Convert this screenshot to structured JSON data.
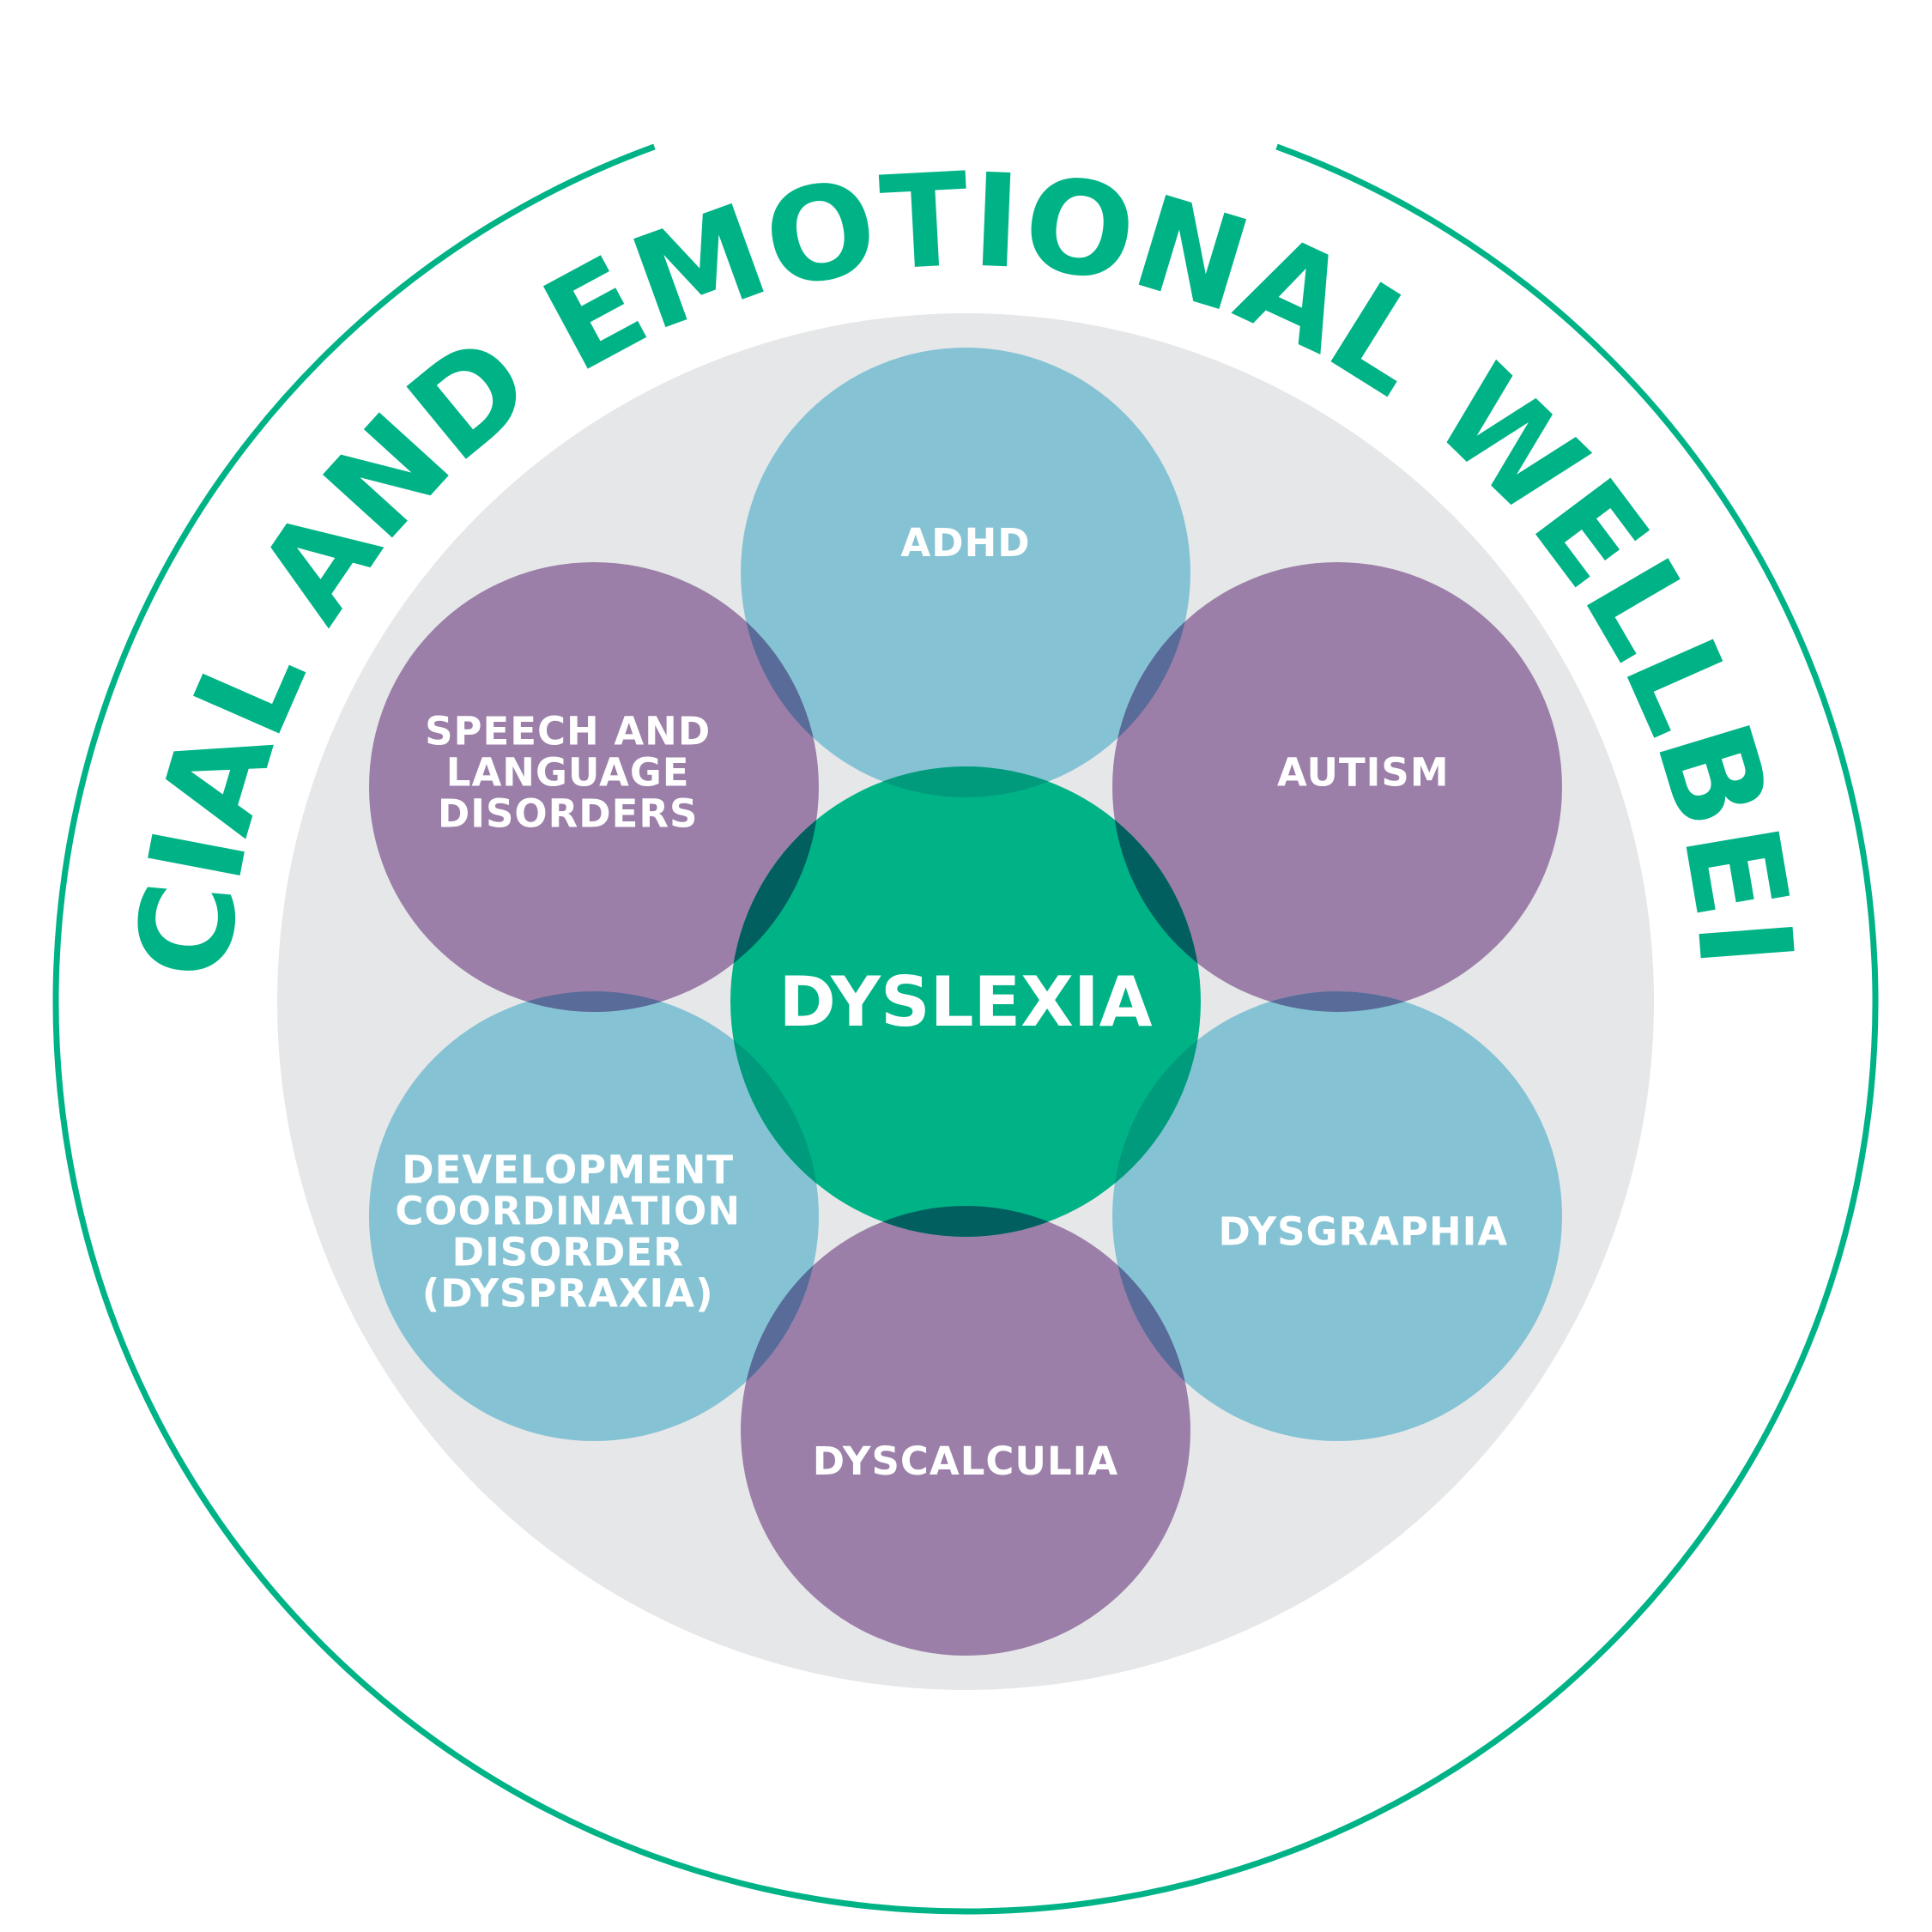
{
  "title": "SOCIAL AND EMOTIONAL WELLBEING",
  "center": {
    "label": "DYSLEXIA",
    "color": "#00b386"
  },
  "satellites": [
    {
      "id": "adhd",
      "lines": [
        "ADHD"
      ],
      "color": "#85c3d4"
    },
    {
      "id": "autism",
      "lines": [
        "AUTISM"
      ],
      "color": "#9b7fa8"
    },
    {
      "id": "dysgraphia",
      "lines": [
        "DYSGRAPHIA"
      ],
      "color": "#85c3d4"
    },
    {
      "id": "dyscalculia",
      "lines": [
        "DYSCALCULIA"
      ],
      "color": "#9b7fa8"
    },
    {
      "id": "dyspraxia",
      "lines": [
        "DEVELOPMENT",
        "COORDINATION",
        "DISORDER",
        "(DYSPRAXIA)"
      ],
      "color": "#85c3d4"
    },
    {
      "id": "speech",
      "lines": [
        "SPEECH AND",
        "LANGUAGE",
        "DISORDERS"
      ],
      "color": "#9b7fa8"
    }
  ],
  "colors": {
    "accent": "#00b386",
    "background_disc": "#e6e7e9",
    "overlap_satellites": "#596b99",
    "overlap_center_blue": "#009b7d",
    "overlap_center_purple": "#015f60"
  }
}
